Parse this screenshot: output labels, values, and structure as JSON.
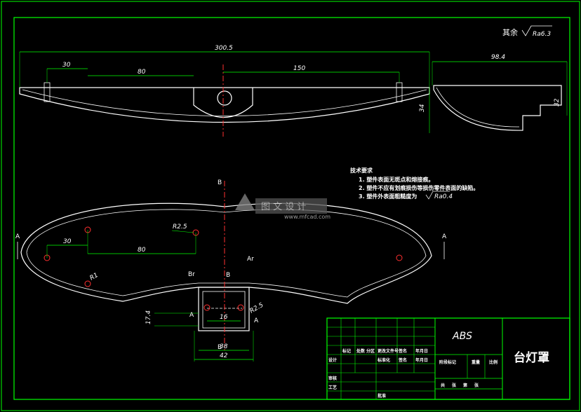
{
  "roughness": {
    "label": "其余",
    "symbol_value": "Ra6.3"
  },
  "top_view_dims": {
    "overall": "300.5",
    "d30": "30",
    "d80": "80",
    "d150": "150",
    "height": "34"
  },
  "side_view_dims": {
    "width": "98.4",
    "depth": "32"
  },
  "plan_view_dims": {
    "r25": "R2.5",
    "r1": "R1",
    "d30": "30",
    "d80": "80",
    "d17_4": "17.4",
    "d16": "16",
    "d38": "38",
    "d42": "42",
    "r25b": "R2.5"
  },
  "section_marks": {
    "A": "A",
    "B": "B",
    "Ar": "Ar",
    "Br": "Br"
  },
  "tech_notes": {
    "title": "技术要求",
    "items": [
      "1. 塑件表面无斑点和熔接痕。",
      "2. 塑件不应有划痕损伤等损伤零件表面的缺陷。",
      "3. 塑件外表面粗糙度为"
    ],
    "item3_roughness": "Ra0.4"
  },
  "watermark": {
    "text": "图 文 设 计",
    "site": "www.mfcad.com"
  },
  "title_block": {
    "material": "ABS",
    "part_name": "台灯罩",
    "labels": [
      "标记",
      "处数",
      "分区",
      "更改文件号",
      "签名",
      "年月日",
      "设计",
      "标准化",
      "签名",
      "年月日",
      "阶段标记",
      "重量",
      "比例",
      "审核",
      "工艺",
      "批准",
      "共",
      "张",
      "第",
      "张"
    ]
  },
  "colors": {
    "frame": "#00ff00",
    "outline": "#ffffff",
    "centerline": "#ff3030",
    "dim": "#00ff00"
  }
}
